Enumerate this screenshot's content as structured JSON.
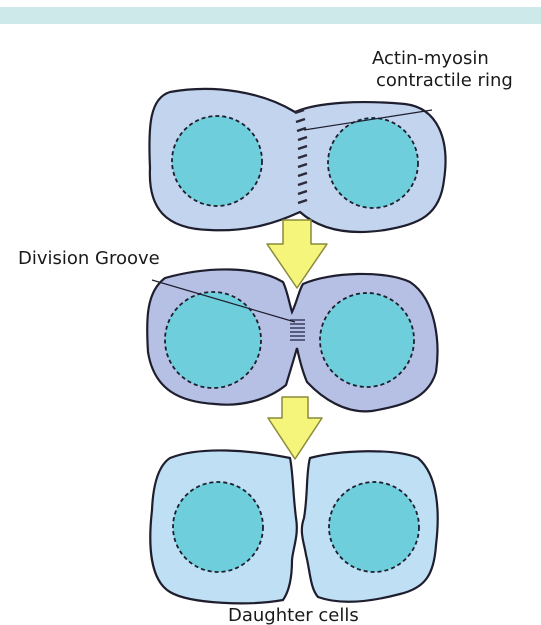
{
  "labels": {
    "ring_line1": "Actin-myosin",
    "ring_line2": "contractile ring",
    "groove": "Division Groove",
    "daughter": "Daughter cells"
  },
  "colors": {
    "top_band": "#cde9ea",
    "stage1_cytoplasm": "#c3d4ee",
    "stage2_cytoplasm": "#b6c0e4",
    "stage3_cytoplasm": "#bfe0f4",
    "nucleus": "#6fcedb",
    "arrow_fill": "#f4f57a",
    "arrow_stroke": "#8a8a3a",
    "outline": "#1e1e2e"
  },
  "icons": {
    "arrows": [
      "down-arrow-icon",
      "down-arrow-icon"
    ]
  }
}
